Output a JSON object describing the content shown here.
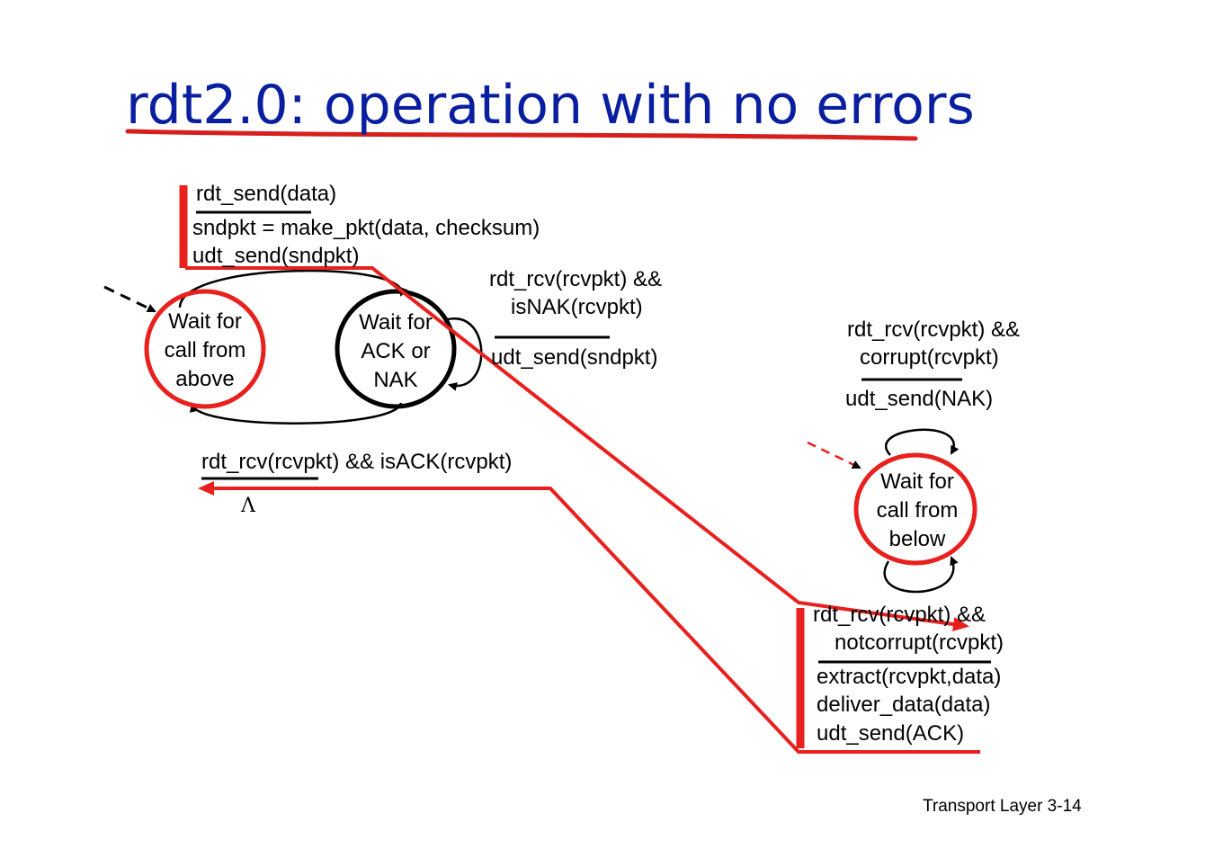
{
  "title": "rdt2.0: operation with no errors",
  "footer": "Transport Layer 3-14",
  "sender": {
    "states": {
      "wait_above": [
        "Wait for",
        "call from",
        "above"
      ],
      "wait_ack": [
        "Wait for",
        "ACK or",
        "NAK"
      ]
    },
    "send_transition": {
      "event": "rdt_send(data)",
      "actions": [
        "sndpkt = make_pkt(data, checksum)",
        "udt_send(sndpkt)"
      ]
    },
    "nak_transition": {
      "event": [
        "rdt_rcv(rcvpkt) &&",
        "isNAK(rcvpkt)"
      ],
      "action": "udt_send(sndpkt)"
    },
    "ack_transition": {
      "event": "rdt_rcv(rcvpkt) && isACK(rcvpkt)",
      "action": "Λ"
    }
  },
  "receiver": {
    "state": [
      "Wait for",
      "call from",
      "below"
    ],
    "corrupt_transition": {
      "event": [
        "rdt_rcv(rcvpkt) &&",
        "corrupt(rcvpkt)"
      ],
      "action": "udt_send(NAK)"
    },
    "ok_transition": {
      "event": [
        "rdt_rcv(rcvpkt) &&",
        "notcorrupt(rcvpkt)"
      ],
      "actions": [
        "extract(rcvpkt,data)",
        "deliver_data(data)",
        "udt_send(ACK)"
      ]
    }
  },
  "colors": {
    "title": "#0a1fa0",
    "highlight": "#e8201e",
    "text": "#000000"
  }
}
